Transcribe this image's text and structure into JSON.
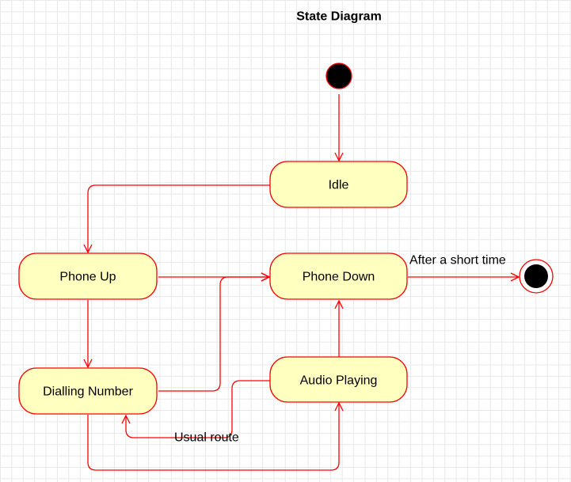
{
  "title": "State Diagram",
  "colors": {
    "state_fill": "#ffffc0",
    "state_stroke": "#ff0000",
    "edge": "#ff0000",
    "grid": "#e9e9e9"
  },
  "states": {
    "idle": "Idle",
    "phone_up": "Phone Up",
    "phone_down": "Phone Down",
    "dialling_number": "Dialling Number",
    "audio_playing": "Audio Playing"
  },
  "edge_labels": {
    "after_short_time": "After a short time",
    "usual_route": "Usual route"
  }
}
